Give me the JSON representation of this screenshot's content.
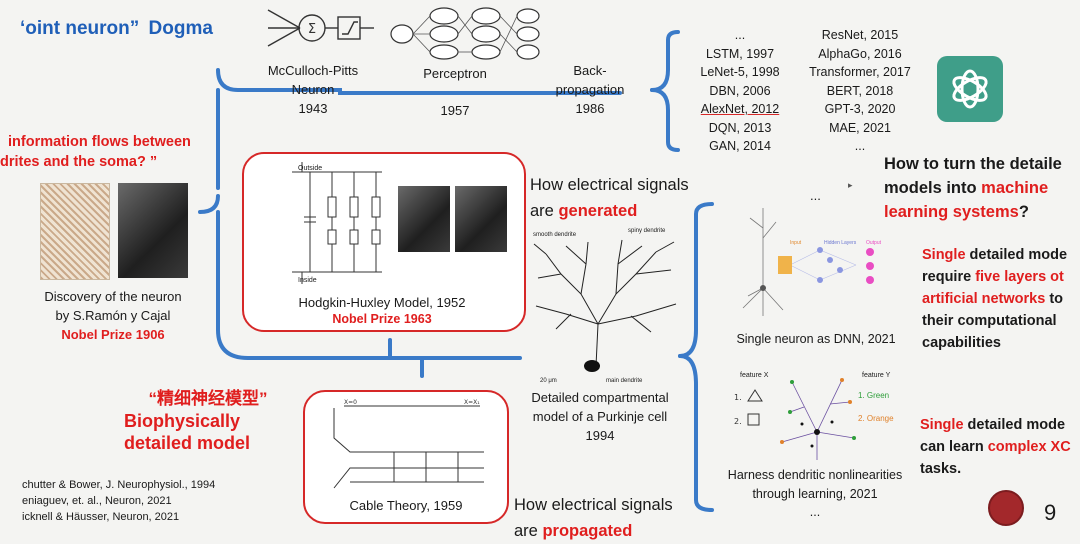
{
  "title": {
    "prefix": "ʻoint neuron”",
    "suffix": "Dogma"
  },
  "mcp": {
    "line1": "McCulloch-Pitts",
    "line2": "Neuron",
    "year": "1943"
  },
  "perceptron": {
    "label": "Perceptron",
    "year": "1957"
  },
  "backprop": {
    "line1": "Back-",
    "line2": "propagation",
    "year": "1986"
  },
  "ml_col1": [
    "...",
    "LSTM, 1997",
    "LeNet-5, 1998",
    "DBN, 2006",
    "AlexNet, 2012",
    "DQN, 2013",
    "GAN, 2014"
  ],
  "ml_col2": [
    "ResNet, 2015",
    "AlphaGo, 2016",
    "Transformer, 2017",
    "BERT, 2018",
    "GPT-3, 2020",
    "MAE, 2021",
    "..."
  ],
  "question_left": {
    "line1": "information flows between",
    "line2": "drites and the soma? ”"
  },
  "discovery": {
    "line1": "Discovery of the neuron",
    "line2": "by S.Ramón y Cajal",
    "prize": "Nobel Prize 1906"
  },
  "hh": {
    "caption": "Hodgkin-Huxley Model, 1952",
    "prize": "Nobel Prize 1963",
    "outside": "Outside",
    "inside": "Inside"
  },
  "generated": {
    "line1": "How electrical signals",
    "prefix": "are ",
    "highlight": "generated"
  },
  "purkinje": {
    "line1": "Detailed compartmental",
    "line2": "model of a Purkinje cell",
    "year": "1994",
    "label_a": "smooth dendrite",
    "label_b": "spiny dendrite",
    "label_c": "main dendrite",
    "label_d": "20 μm"
  },
  "cable": {
    "caption": "Cable Theory, 1959"
  },
  "propagated": {
    "line1": "How electrical signals",
    "prefix": "are ",
    "highlight": "propagated"
  },
  "chinese": {
    "text": "“精细神经模型”",
    "line1": "Biophysically",
    "line2": "detailed model"
  },
  "refs": [
    "chutter & Bower, J. Neurophysiol., 1994",
    "eniaguev, et. al., Neuron, 2021",
    "icknell & Häusser, Neuron, 2021"
  ],
  "dnn": {
    "dots": "...",
    "caption": "Single neuron as DNN, 2021",
    "input": "Input",
    "hidden": "Hidden Layers",
    "output": "Output"
  },
  "harness": {
    "line1": "Harness dendritic nonlinearities",
    "line2": "through learning, 2021",
    "dots": "...",
    "feature_x": "feature X",
    "feature_y": "feature Y",
    "g": "1.  Green",
    "o": "2.  Orange"
  },
  "right_q": {
    "line1": "How to turn the detaile",
    "line2_prefix": "models into ",
    "line2_hl": "machine",
    "line3_hl": "learning systems",
    "line3_suffix": "?"
  },
  "right_single1": {
    "a": "Single",
    "b": " detailed mode",
    "c": "require ",
    "d": "five layers ot",
    "e": "artificial networks",
    "f": " to",
    "g": "their computational",
    "h": "capabilities"
  },
  "right_single2": {
    "a": "Single",
    "b": " detailed mode",
    "c": "can learn ",
    "d": "complex XC",
    "e": "tasks."
  },
  "page_number": "9",
  "colors": {
    "accent_blue": "#3a7ac8",
    "accent_red": "#e01e1e",
    "brand_green": "#3f9e89"
  }
}
